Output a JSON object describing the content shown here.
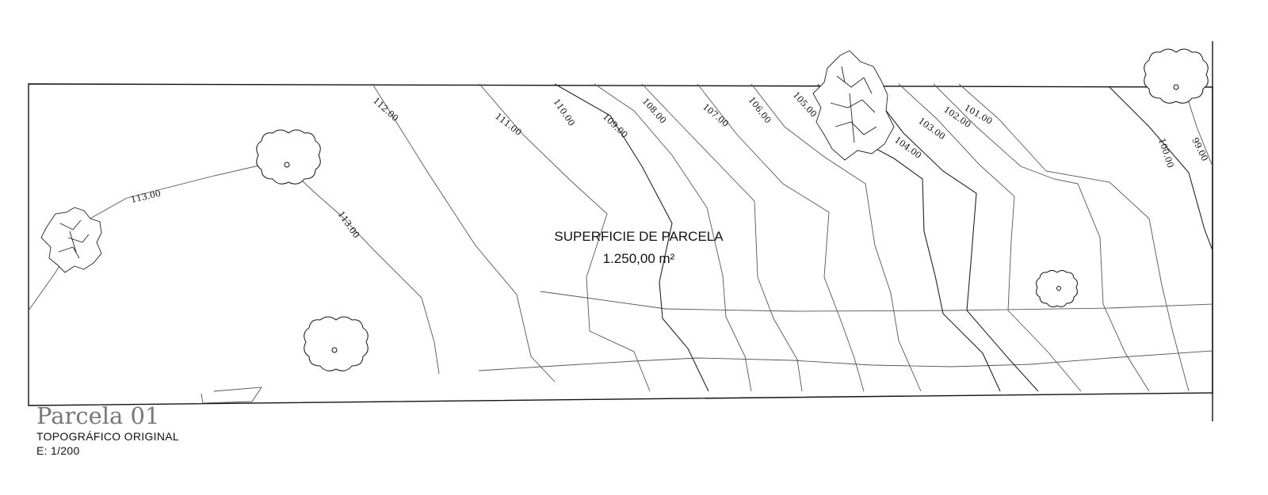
{
  "drawing": {
    "title": "Parcela 01",
    "subtitle": "TOPOGRÁFICO ORIGINAL",
    "scale": "E: 1/200"
  },
  "parcel": {
    "label": "SUPERFICIE DE PARCELA",
    "area": "1.250,00 m²"
  },
  "contours": [
    {
      "key": "c113a",
      "label": "113.00"
    },
    {
      "key": "c113b",
      "label": "113.00"
    },
    {
      "key": "c112",
      "label": "112.00"
    },
    {
      "key": "c111",
      "label": "111.00"
    },
    {
      "key": "c110",
      "label": "110.00"
    },
    {
      "key": "c109",
      "label": "109.00"
    },
    {
      "key": "c108",
      "label": "108.00"
    },
    {
      "key": "c107",
      "label": "107.00"
    },
    {
      "key": "c106",
      "label": "106.00"
    },
    {
      "key": "c105",
      "label": "105.00"
    },
    {
      "key": "c104",
      "label": "104.00"
    },
    {
      "key": "c103",
      "label": "103.00"
    },
    {
      "key": "c102",
      "label": "102.00"
    },
    {
      "key": "c101",
      "label": "101.00"
    },
    {
      "key": "c100",
      "label": "100.00"
    },
    {
      "key": "c99",
      "label": "99.00"
    }
  ],
  "trees": [
    {
      "kind": "round"
    },
    {
      "kind": "round"
    },
    {
      "kind": "round"
    },
    {
      "kind": "round"
    },
    {
      "kind": "rough"
    },
    {
      "kind": "rough"
    }
  ]
}
